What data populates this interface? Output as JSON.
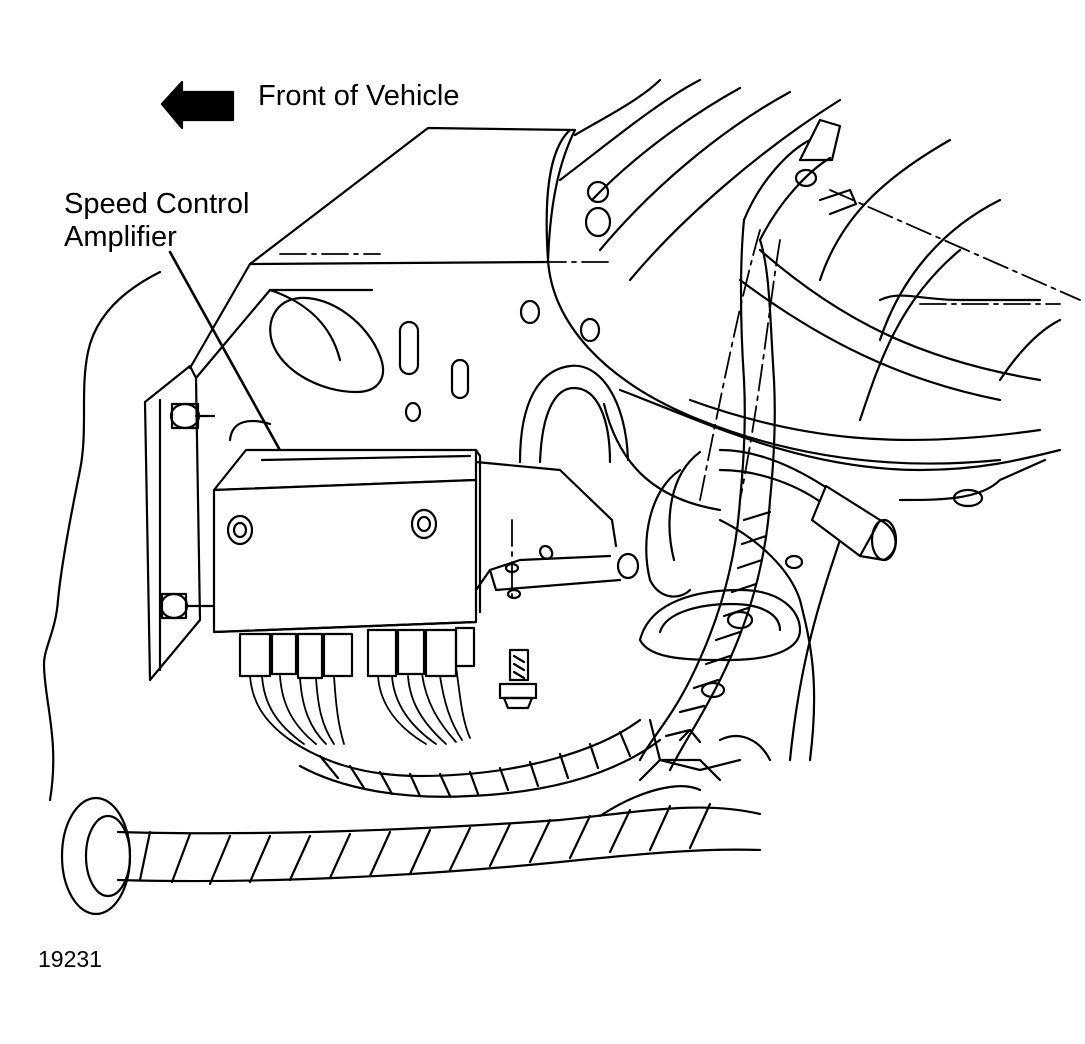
{
  "labels": {
    "front": "Front of Vehicle",
    "amplifier_line1": "Speed Control",
    "amplifier_line2": "Amplifier",
    "figure_id": "19231"
  },
  "colors": {
    "ink": "#000000",
    "paper": "#ffffff"
  },
  "icons": {
    "direction": "left-arrow-icon"
  }
}
